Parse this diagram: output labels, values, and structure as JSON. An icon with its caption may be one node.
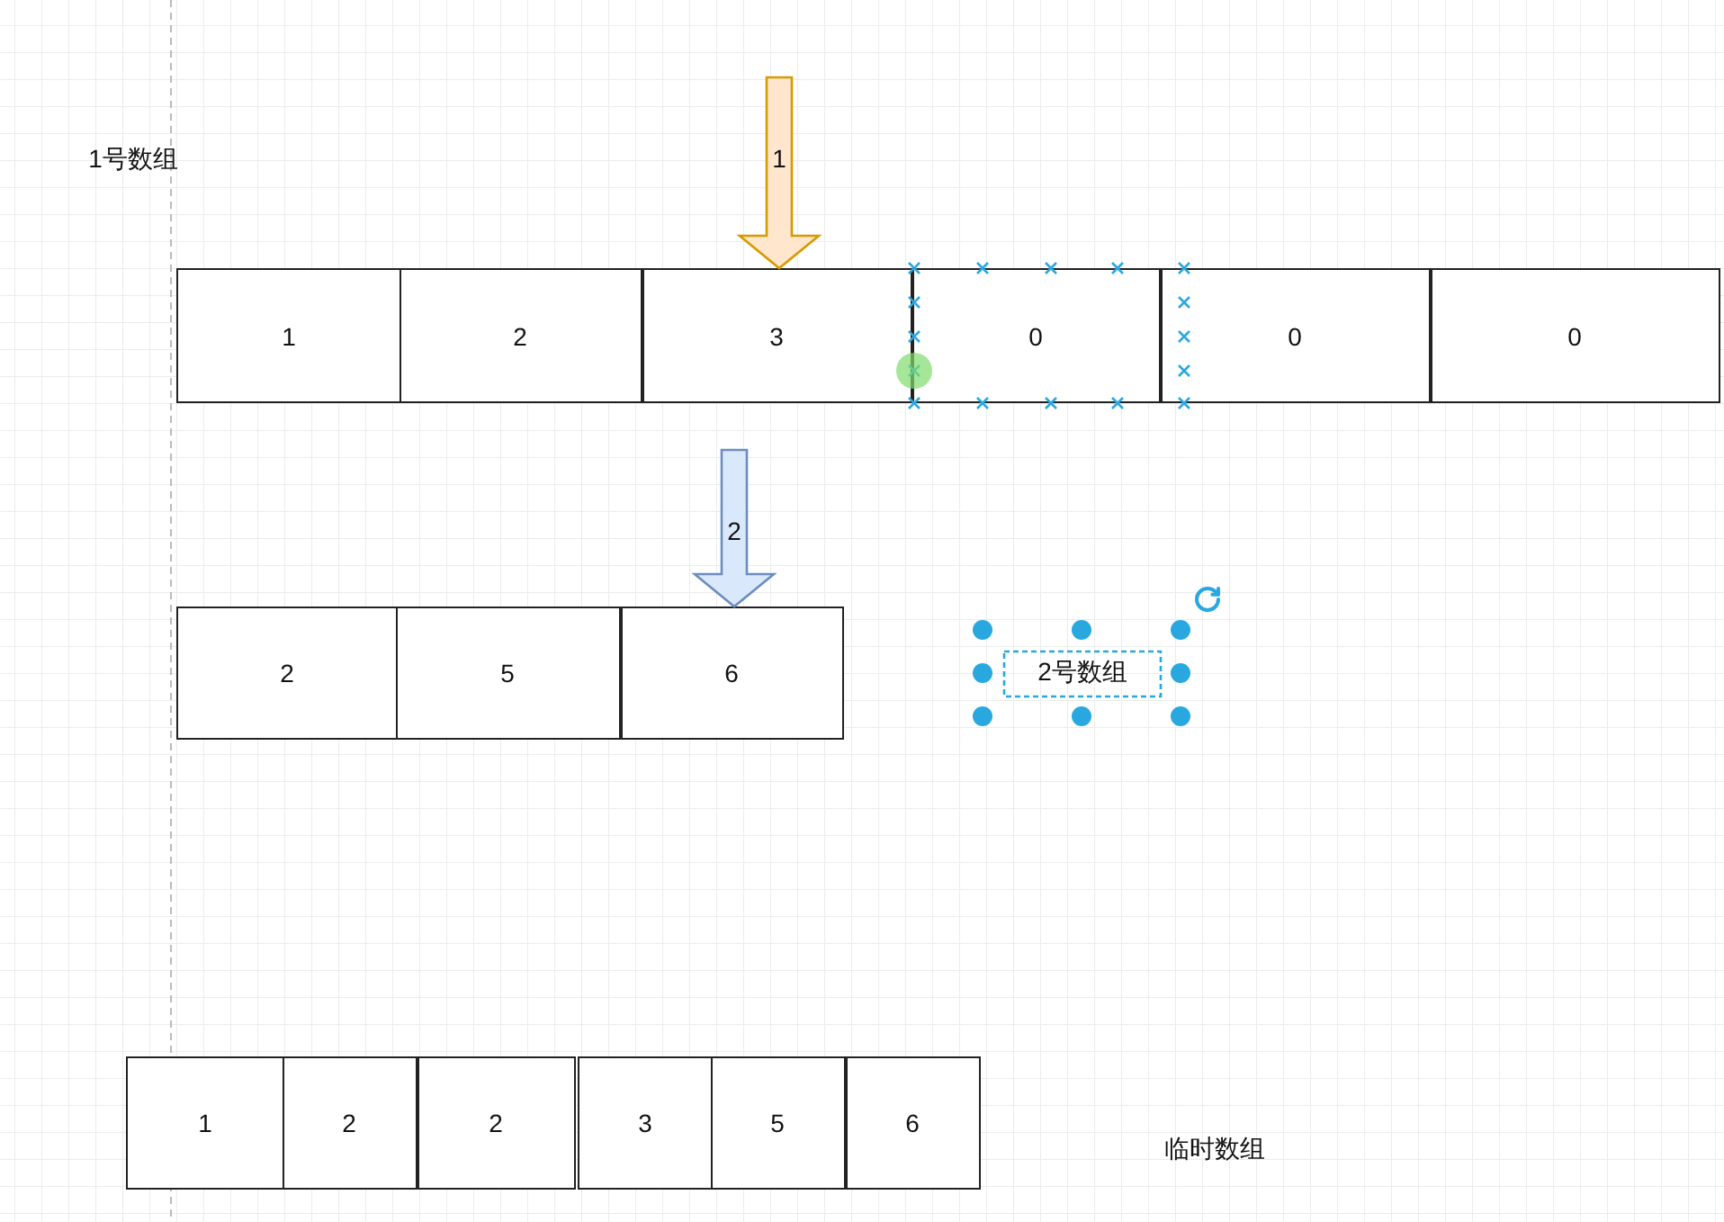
{
  "diagram": {
    "nodes": [
      {
        "text": [
          "1"
        ]
      },
      {
        "text": [
          "2"
        ]
      },
      {
        "text": [
          "3"
        ]
      },
      {
        "text": [
          "0"
        ]
      },
      {
        "text": [
          "0"
        ]
      },
      {
        "text": [
          "0"
        ]
      },
      {
        "text": [
          "2"
        ]
      },
      {
        "text": [
          "5"
        ]
      },
      {
        "text": [
          "6"
        ]
      },
      {
        "text": [
          "1"
        ]
      },
      {
        "text": [
          "2"
        ]
      },
      {
        "text": [
          "2"
        ]
      },
      {
        "text": [
          "3"
        ]
      },
      {
        "text": [
          "5"
        ]
      },
      {
        "text": [
          "6"
        ]
      }
    ],
    "edges": [
      {
        "from": null,
        "to": 2,
        "arrow": "to",
        "label": "1",
        "color": "#d79b00"
      },
      {
        "from": null,
        "to": 8,
        "arrow": "to",
        "label": "2",
        "color": "#6c8ebf"
      }
    ],
    "labels": [
      "1号数组",
      "2号数组",
      "临时数组"
    ]
  }
}
